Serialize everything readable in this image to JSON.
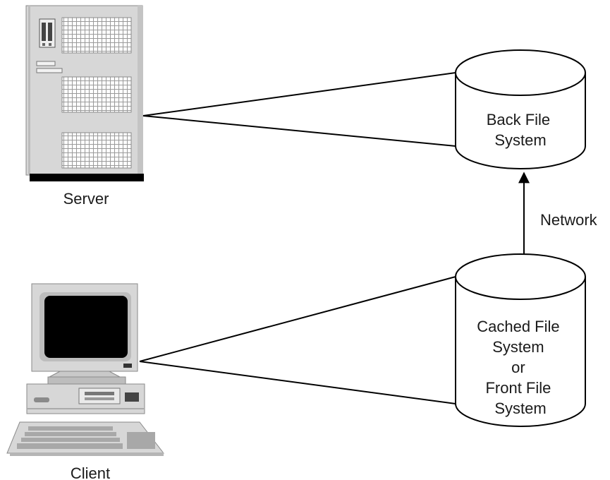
{
  "server": {
    "label": "Server"
  },
  "client": {
    "label": "Client"
  },
  "back_fs": {
    "lines": [
      "Back File",
      "System"
    ]
  },
  "cached_fs": {
    "lines": [
      "Cached File",
      "System",
      "or",
      "Front File",
      "System"
    ]
  },
  "network": {
    "label": "Network"
  },
  "colors": {
    "line": "#000000",
    "device_body": "#d7d7d7",
    "device_dark": "#000000",
    "cylinder_fill": "#ffffff"
  }
}
